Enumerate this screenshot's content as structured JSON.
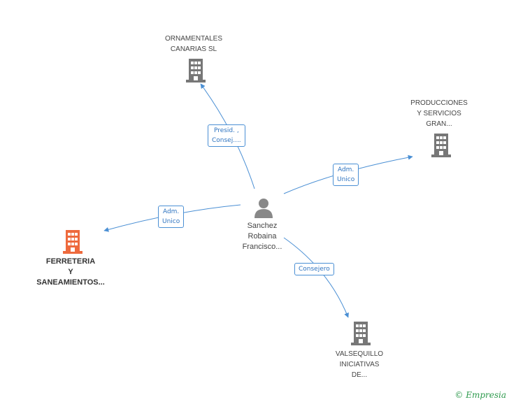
{
  "nodes": {
    "ornamentales": {
      "lines": [
        "ORNAMENTALES",
        "CANARIAS SL"
      ]
    },
    "producciones": {
      "lines": [
        "PRODUCCIONES",
        "Y SERVICIOS",
        "GRAN..."
      ]
    },
    "ferreteria": {
      "lines": [
        "FERRETERIA",
        "Y",
        "SANEAMIENTOS..."
      ]
    },
    "valsequillo": {
      "lines": [
        "VALSEQUILLO",
        "INICIATIVAS",
        "DE..."
      ]
    },
    "person": {
      "lines": [
        "Sanchez",
        "Robaina",
        "Francisco..."
      ]
    }
  },
  "edges": {
    "to_ornamentales": [
      "Presid. ,",
      "Consej...."
    ],
    "to_producciones": [
      "Adm.",
      "Unico"
    ],
    "to_ferreteria": [
      "Adm.",
      "Unico"
    ],
    "to_valsequillo": [
      "Consejero"
    ]
  },
  "colors": {
    "building_gray": "#777777",
    "building_highlight": "#ee6a3d",
    "edge": "#4a8fd4",
    "person": "#888888"
  },
  "brand": {
    "copyright": "©",
    "name": "Empresia"
  }
}
